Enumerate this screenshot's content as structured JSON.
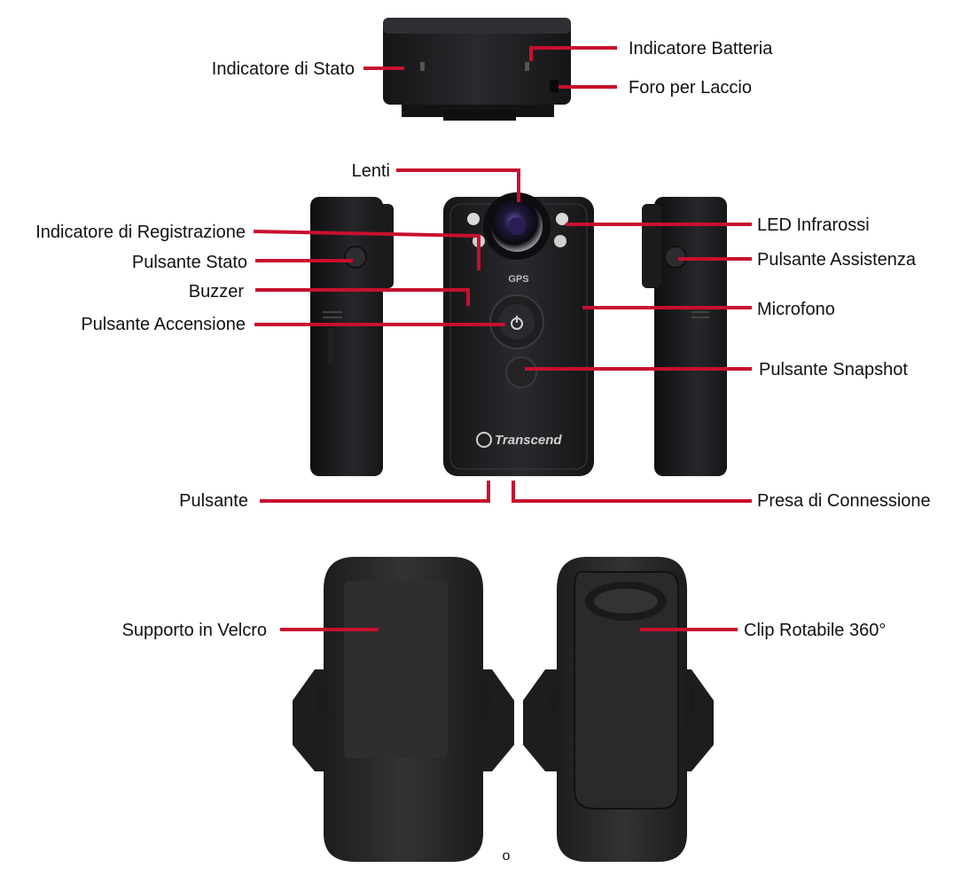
{
  "labels": {
    "status_indicator": "Indicatore di Stato",
    "battery_indicator": "Indicatore Batteria",
    "strap_hole": "Foro per Laccio",
    "lens": "Lenti",
    "recording_indicator": "Indicatore di Registrazione",
    "status_button": "Pulsante Stato",
    "buzzer": "Buzzer",
    "power_button": "Pulsante Accensione",
    "infrared_led": "LED Infrarossi",
    "assist_button": "Pulsante Assistenza",
    "microphone": "Microfono",
    "snapshot_button": "Pulsante Snapshot",
    "button": "Pulsante",
    "connection_port": "Presa di Connessione",
    "velcro_mount": "Supporto in Velcro",
    "rotating_clip": "Clip Rotabile 360°"
  },
  "brand": {
    "logo_text": "Transcend",
    "gps_text": "GPS"
  },
  "footer_mark": "o",
  "colors": {
    "leader": "#c8102e",
    "device": "#1c1c1e",
    "device_edge": "#3a3a3e",
    "mount": "#262628"
  }
}
